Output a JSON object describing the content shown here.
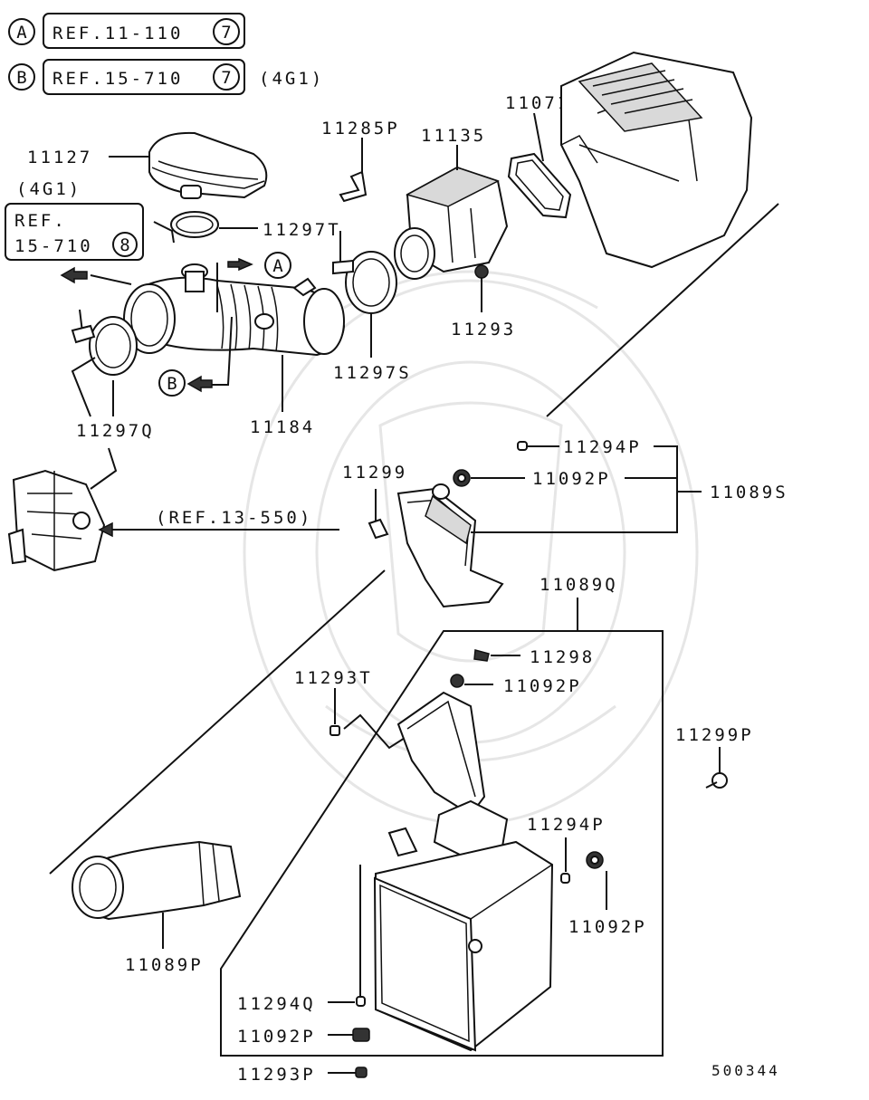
{
  "refs": {
    "a": {
      "circle": "A",
      "text": "REF.11-110",
      "num": "7"
    },
    "b": {
      "circle": "B",
      "text": "REF.15-710",
      "num": "7",
      "suffix": "(4G1)"
    },
    "box": {
      "line1": "REF.",
      "line2": "15-710",
      "num": "8",
      "note": "(4G1)"
    },
    "throttle_body": "(REF.13-550)"
  },
  "callouts": {
    "arrow_a": "A",
    "arrow_b": "B"
  },
  "parts": {
    "p11127": "11127",
    "p11297T": "11297T",
    "p11285P": "11285P",
    "p11135": "11135",
    "p11071": "11071",
    "p11293": "11293",
    "p11297S": "11297S",
    "p11184": "11184",
    "p11297Q": "11297Q",
    "p11294P_top": "11294P",
    "p11092P_top": "11092P",
    "p11089S": "11089S",
    "p11299": "11299",
    "p11089Q": "11089Q",
    "p11298": "11298",
    "p11092P_mid": "11092P",
    "p11293T": "11293T",
    "p11299P": "11299P",
    "p11294P_right": "11294P",
    "p11092P_right": "11092P",
    "p11089P": "11089P",
    "p11294Q": "11294Q",
    "p11092P_bottom": "11092P",
    "p11293P": "11293P"
  },
  "diagram_id": "500344"
}
